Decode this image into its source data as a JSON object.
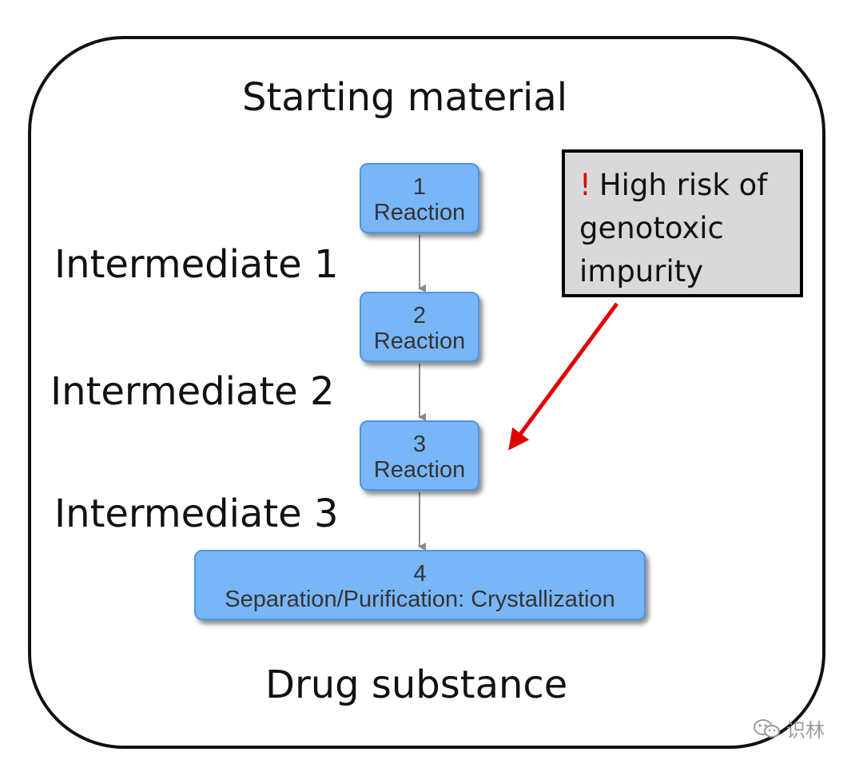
{
  "title_top": "Starting material",
  "title_bottom": "Drug substance",
  "intermediates": [
    "Intermediate 1",
    "Intermediate 2",
    "Intermediate 3"
  ],
  "steps": [
    {
      "num": "1",
      "label": "Reaction"
    },
    {
      "num": "2",
      "label": "Reaction"
    },
    {
      "num": "3",
      "label": "Reaction"
    },
    {
      "num": "4",
      "label": "Separation/Purification: Crystallization"
    }
  ],
  "callout": {
    "mark": "!",
    "lines": [
      "High risk of",
      "genotoxic",
      "impurity"
    ]
  },
  "watermark": "识林",
  "colors": {
    "step_fill": "#79b6f7",
    "step_border": "#4f95e8",
    "connector": "#8c8c8c",
    "callout_fill": "#d9d9d9",
    "warning": "#e00000"
  }
}
